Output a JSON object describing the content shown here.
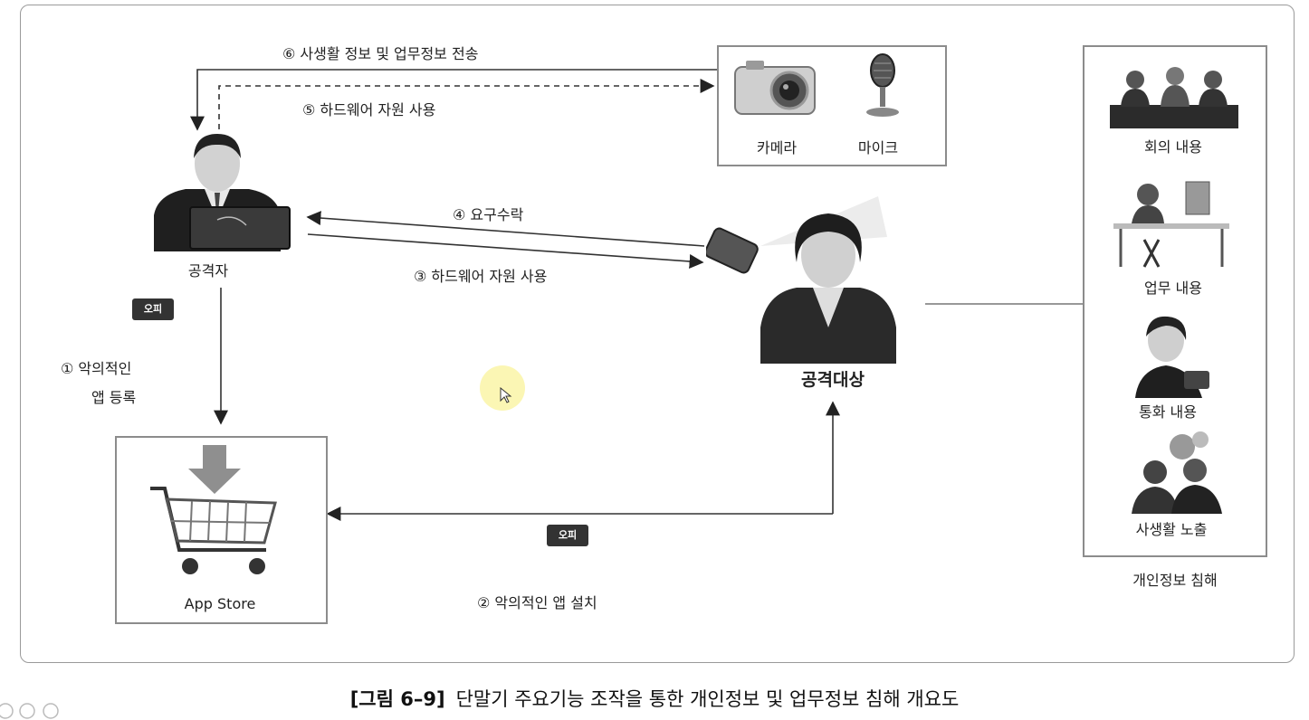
{
  "labels": {
    "step6": "⑥ 사생활 정보 및 업무정보 전송",
    "step5": "⑤ 하드웨어 자원 사용",
    "step4": "④ 요구수락",
    "step3": "③ 하드웨어 자원 사용",
    "step1_line1": "① 악의적인",
    "step1_line2": "앱 등록",
    "step2": "② 악의적인 앱 설치"
  },
  "nodes": {
    "attacker": "공격자",
    "target": "공격대상",
    "app_store": "App Store",
    "camera": "카메라",
    "mic": "마이크"
  },
  "privacy": {
    "items": [
      "회의 내용",
      "업무 내용",
      "통화 내용",
      "사생활 노출"
    ],
    "title": "개인정보 침해"
  },
  "app_badge_text": "오피",
  "caption": {
    "figure": "[그림 6–9]",
    "text": "단말기 주요기능 조작을 통한 개인정보 및 업무정보 침해 개요도"
  }
}
